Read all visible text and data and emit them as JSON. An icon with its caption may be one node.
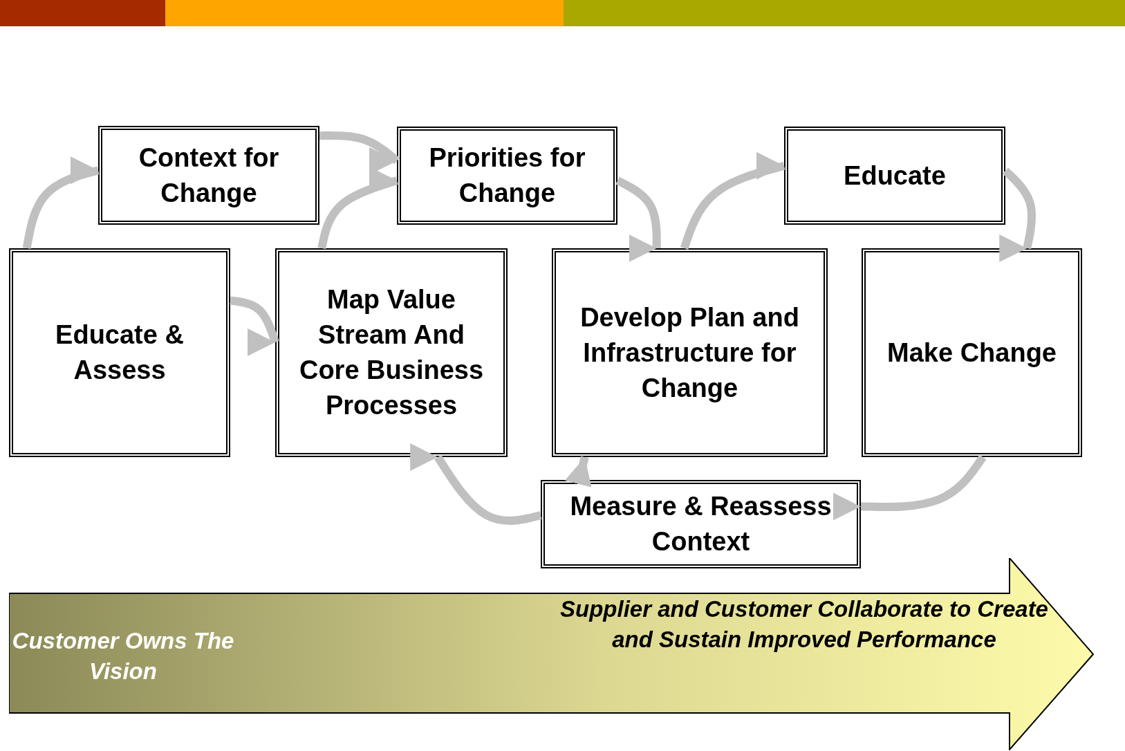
{
  "diagram": {
    "nodes": [
      {
        "text": [
          "Context for Change"
        ]
      },
      {
        "text": [
          "Priorities for Change"
        ]
      },
      {
        "text": [
          "Educate"
        ]
      },
      {
        "text": [
          "Educate & Assess"
        ]
      },
      {
        "text": [
          "Map Value Stream And Core Business Processes"
        ]
      },
      {
        "text": [
          "Develop Plan and Infrastructure for Change"
        ]
      },
      {
        "text": [
          "Make Change"
        ]
      },
      {
        "text": [
          "Measure & Reassess Context"
        ]
      },
      {
        "text": [
          "Customer Owns The Vision",
          "Supplier and Customer Collaborate to Create and Sustain Improved Performance"
        ]
      }
    ],
    "edges": [
      {
        "from": 3,
        "to": 0,
        "arrow": "to"
      },
      {
        "from": 3,
        "to": 4,
        "arrow": "to"
      },
      {
        "from": 0,
        "to": 1,
        "arrow": "to"
      },
      {
        "from": 4,
        "to": 1,
        "arrow": "to"
      },
      {
        "from": 1,
        "to": 5,
        "arrow": "to"
      },
      {
        "from": 5,
        "to": 2,
        "arrow": "to"
      },
      {
        "from": 2,
        "to": 6,
        "arrow": "to"
      },
      {
        "from": 6,
        "to": 7,
        "arrow": "to"
      },
      {
        "from": 7,
        "to": 4,
        "arrow": "to"
      },
      {
        "from": 7,
        "to": 5,
        "arrow": "to"
      }
    ]
  }
}
